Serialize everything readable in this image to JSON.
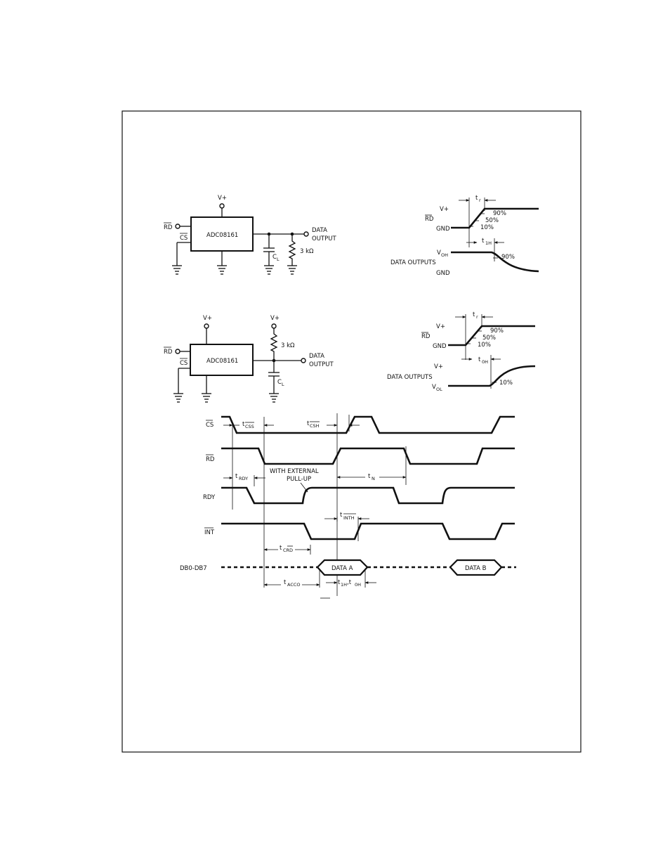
{
  "circuit_top": {
    "supply": "V+",
    "rd_label": "RD",
    "cs_label": "CS",
    "chip": "ADC08161",
    "out_line1": "DATA",
    "out_line2": "OUTPUT",
    "cap": "C",
    "cap_sub": "L",
    "res": "3 kΩ"
  },
  "circuit_bottom": {
    "supply_chip": "V+",
    "supply_res": "V+",
    "rd_label": "RD",
    "cs_label": "CS",
    "chip": "ADC08161",
    "out_line1": "DATA",
    "out_line2": "OUTPUT",
    "cap": "C",
    "cap_sub": "L",
    "res": "3 kΩ"
  },
  "wave_top": {
    "tr": "t",
    "tr_sub": "r",
    "vplus": "V+",
    "rd": "RD",
    "gnd": "GND",
    "p90": "90%",
    "p50": "50%",
    "p10": "10%",
    "t1h": "t",
    "t1h_sub": "1H",
    "voh": "V",
    "voh_sub": "OH",
    "data_outputs": "DATA OUTPUTS",
    "out_p90": "90%",
    "gnd2": "GND"
  },
  "wave_bottom": {
    "tr": "t",
    "tr_sub": "r",
    "vplus": "V+",
    "rd": "RD",
    "gnd": "GND",
    "p90": "90%",
    "p50": "50%",
    "p10": "10%",
    "t0h": "t",
    "t0h_sub": "0H",
    "vplus2": "V+",
    "data_outputs": "DATA OUTPUTS",
    "vol": "V",
    "vol_sub": "OL",
    "out_p10": "10%"
  },
  "timing": {
    "signals": [
      "CS",
      "RD",
      "RDY",
      "INT",
      "DB0-DB7"
    ],
    "tcss": "t",
    "tcss_sub": "CSS",
    "tcsh": "t",
    "tcsh_sub": "CSH",
    "trdy": "t",
    "trdy_sub": "RDY",
    "pullup_line1": "WITH EXTERNAL",
    "pullup_line2": "PULL-UP",
    "tn": "t",
    "tn_sub": "N",
    "tinth": "t",
    "tinth_sub": "INTH",
    "tcrd": "t",
    "tcrd_sub": "CRD",
    "tacco": "t",
    "tacco_sub": "ACCO",
    "t1h_0h_t": "t",
    "t1h_sub": "1H",
    "t0h_sep": ",t",
    "t0h_sub": "0H",
    "data_a": "DATA A",
    "data_b": "DATA B"
  }
}
